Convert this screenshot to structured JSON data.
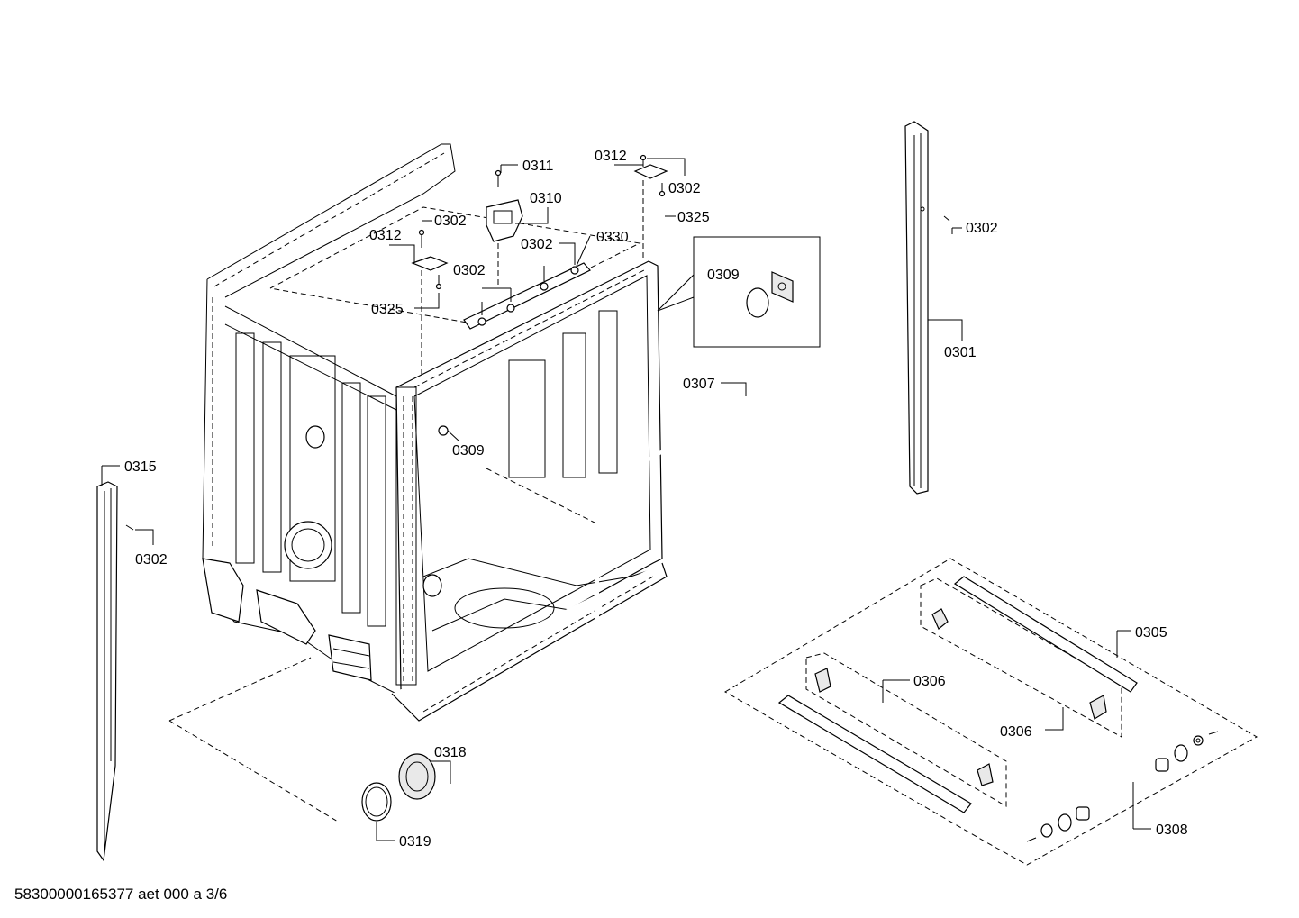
{
  "footer": "58300000165377 aet 000 a 3/6",
  "callouts": {
    "c0311": "0311",
    "c0310": "0310",
    "c0312a": "0312",
    "c0302a": "0302",
    "c0325a": "0325",
    "c0312b": "0312",
    "c0302b": "0302",
    "c0325b": "0325",
    "c0302c": "0302",
    "c0330": "0330",
    "c0302d": "0302",
    "c0309a": "0309",
    "c0309b": "0309",
    "c0302e": "0302",
    "c0301": "0301",
    "c0307": "0307",
    "c0315": "0315",
    "c0302f": "0302",
    "c0305": "0305",
    "c0306a": "0306",
    "c0306b": "0306",
    "c0318": "0318",
    "c0319": "0319",
    "c0308": "0308"
  }
}
